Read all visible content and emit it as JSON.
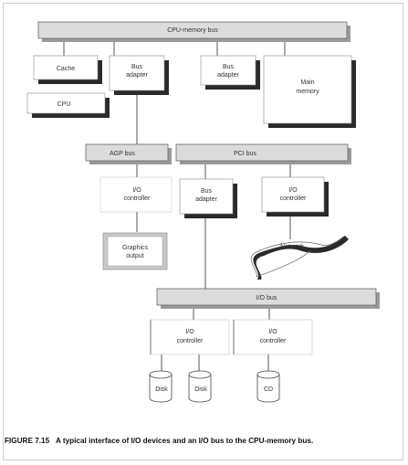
{
  "diagram": {
    "buses": {
      "cpu_memory_bus": "CPU-memory bus",
      "agp_bus": "AGP bus",
      "pci_bus": "PCI bus",
      "io_bus": "I/O bus"
    },
    "components": {
      "cache": "Cache",
      "cpu": "CPU",
      "bus_adapter_1": [
        "Bus",
        "adapter"
      ],
      "bus_adapter_2": [
        "Bus",
        "adapter"
      ],
      "bus_adapter_3": [
        "Bus",
        "adapter"
      ],
      "main_memory": [
        "Main",
        "memory"
      ],
      "agp_io_controller": [
        "I/O",
        "controller"
      ],
      "pci_io_controller": [
        "I/O",
        "controller"
      ],
      "graphics_output": [
        "Graphics",
        "output"
      ],
      "network": "Network",
      "io_controller_left": [
        "I/O",
        "controller"
      ],
      "io_controller_right": [
        "I/O",
        "controller"
      ],
      "disk_1": "Disk",
      "disk_2": "Disk",
      "cd": "CD"
    }
  },
  "caption": {
    "figure_number": "FIGURE 7.15",
    "text": "A typical interface of I/O devices and an I/O bus to the CPU-memory bus."
  }
}
